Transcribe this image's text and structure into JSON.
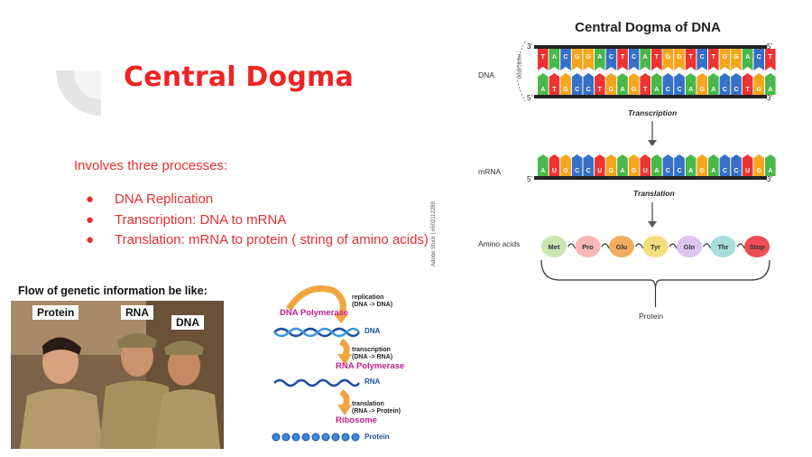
{
  "slide": {
    "title": "Central Dogma",
    "intro": "Involves three processes:",
    "bullets": [
      "DNA Replication",
      "Transcription: DNA to mRNA",
      "Translation: mRNA to protein ( string of amino acids)"
    ]
  },
  "meme": {
    "caption": "Flow of genetic information be like:",
    "labels": [
      "Protein",
      "RNA",
      "DNA"
    ]
  },
  "flow_diagram": {
    "steps": [
      {
        "process": "replication",
        "detail": "(DNA -> DNA)",
        "enzyme": "DNA Polymerase",
        "molecule": "DNA"
      },
      {
        "process": "transcription",
        "detail": "(DNA -> RNA)",
        "enzyme": "RNA Polymerase",
        "molecule": "RNA"
      },
      {
        "process": "translation",
        "detail": "(RNA -> Protein)",
        "enzyme": "Ribosome",
        "molecule": "Protein"
      }
    ]
  },
  "dna_figure": {
    "title": "Central Dogma of DNA",
    "dna_label": "DNA",
    "replication_label": "replication",
    "top_strand": [
      "T",
      "A",
      "C",
      "G",
      "G",
      "A",
      "C",
      "T",
      "C",
      "A",
      "T",
      "G",
      "G",
      "T",
      "C",
      "T",
      "G",
      "G",
      "A",
      "C",
      "T"
    ],
    "bottom_strand": [
      "A",
      "T",
      "G",
      "C",
      "C",
      "T",
      "G",
      "A",
      "G",
      "T",
      "A",
      "C",
      "C",
      "A",
      "G",
      "A",
      "C",
      "C",
      "T",
      "G",
      "A"
    ],
    "strand_ends": {
      "top_left": "3'",
      "top_right": "5'",
      "bottom_left": "5'",
      "bottom_right": "3'",
      "mrna_left": "5'",
      "mrna_right": "3'"
    },
    "transcription_label": "Transcription",
    "mrna_label": "mRNA",
    "mrna": [
      "A",
      "U",
      "G",
      "C",
      "C",
      "U",
      "G",
      "A",
      "G",
      "U",
      "A",
      "C",
      "C",
      "A",
      "G",
      "A",
      "C",
      "C",
      "U",
      "G",
      "A"
    ],
    "translation_label": "Translation",
    "amino_label": "Amino acids",
    "amino_acids": [
      {
        "name": "Met",
        "color": "#c9e6b0"
      },
      {
        "name": "Pro",
        "color": "#f6b8b4"
      },
      {
        "name": "Glu",
        "color": "#f2ad5e"
      },
      {
        "name": "Tyr",
        "color": "#f5dc7c"
      },
      {
        "name": "Gln",
        "color": "#dcc4ef"
      },
      {
        "name": "Thr",
        "color": "#a8dedb"
      },
      {
        "name": "Stop",
        "color": "#ee4d57"
      }
    ],
    "protein_label": "Protein",
    "stock_credit": "Adobe Stock | #502112289"
  },
  "colors": {
    "accent": "#ee2424",
    "base_A": "#49b848",
    "base_T": "#ee3333",
    "base_G": "#f7a51d",
    "base_C": "#3670c8",
    "base_U": "#ee3333"
  }
}
